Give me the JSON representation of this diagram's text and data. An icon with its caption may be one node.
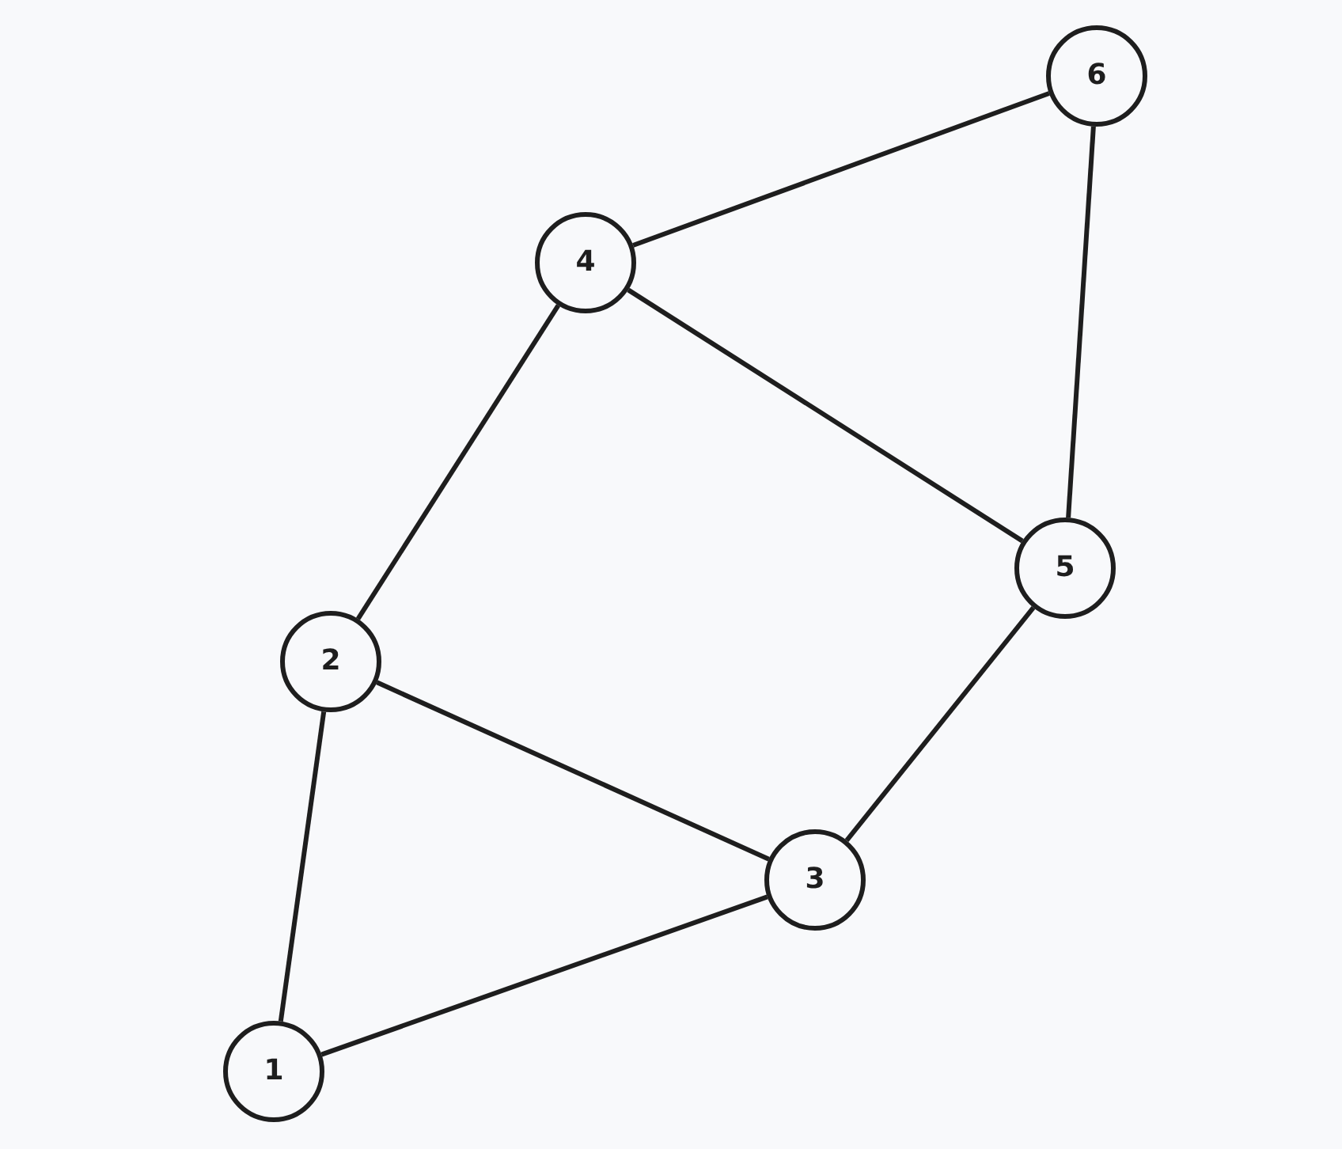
{
  "diagram": {
    "nodes": [
      {
        "text": [
          "1"
        ]
      },
      {
        "text": [
          "2"
        ]
      },
      {
        "text": [
          "3"
        ]
      },
      {
        "text": [
          "4"
        ]
      },
      {
        "text": [
          "5"
        ]
      },
      {
        "text": [
          "6"
        ]
      }
    ],
    "edges": [
      {
        "from": 5,
        "to": 3,
        "arrow": "none"
      },
      {
        "from": 5,
        "to": 4,
        "arrow": "none"
      },
      {
        "from": 3,
        "to": 1,
        "arrow": "none"
      },
      {
        "from": 3,
        "to": 4,
        "arrow": "none"
      },
      {
        "from": 1,
        "to": 2,
        "arrow": "none"
      },
      {
        "from": 1,
        "to": 0,
        "arrow": "none"
      },
      {
        "from": 4,
        "to": 2,
        "arrow": "none"
      },
      {
        "from": 0,
        "to": 2,
        "arrow": "none"
      }
    ]
  }
}
